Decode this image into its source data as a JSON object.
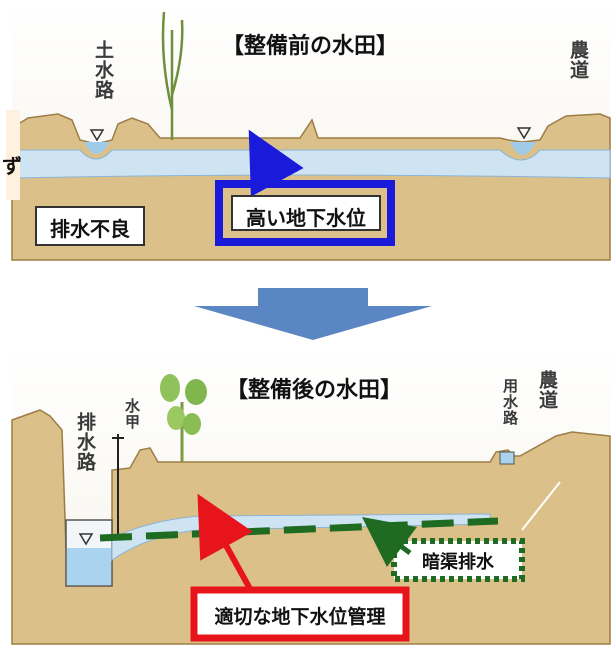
{
  "before": {
    "title": "【整備前の水田】",
    "left_channel_label": "土水路",
    "road_label": "農道",
    "drainage_label": "排水不良",
    "water_table_label": "高い地下水位",
    "side_fragment": "ず"
  },
  "after": {
    "title": "【整備後の水田】",
    "drain_channel_label": "排水路",
    "water_gate_label": "水甲",
    "supply_channel_label": "用水路",
    "road_label": "農道",
    "underdrain_label": "暗渠排水",
    "water_table_label": "適切な地下水位管理"
  },
  "colors": {
    "soil": "#d9bb7a",
    "soil_dark": "#b89657",
    "water": "#c9e2f2",
    "before_box": "#1a1adb",
    "after_box": "#e8141c",
    "underdrain": "#1f6b22",
    "big_arrow": "#5b86c4"
  }
}
